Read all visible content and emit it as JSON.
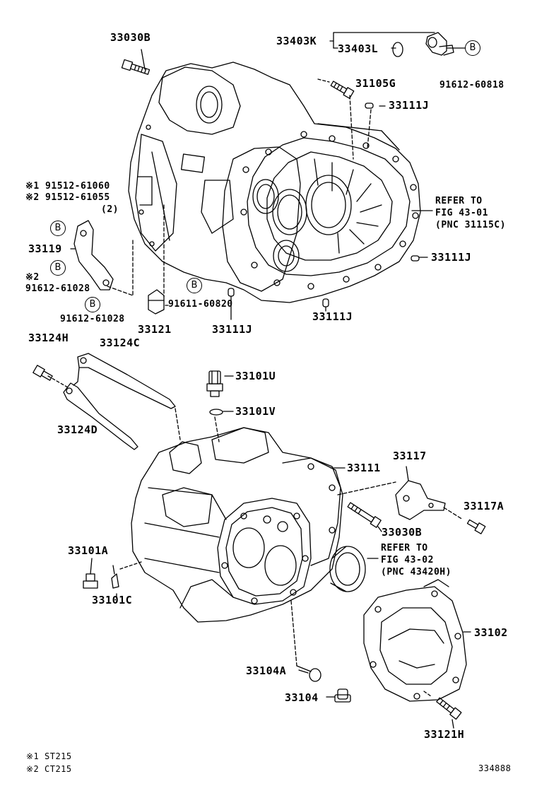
{
  "labels": {
    "p33030B_top": "33030B",
    "p33403K": "33403K",
    "p33403L": "33403L",
    "p91612_60818": "91612-60818",
    "p31105G": "31105G",
    "p33111J_a": "33111J",
    "note1_part": "※1 91512-61060",
    "note2_part": "※2 91512-61055",
    "qty2": "(2)",
    "p33119": "33119",
    "note2_b": "※2",
    "p91612_61028_a": "91612-61028",
    "p91612_61028_b": "91612-61028",
    "p33121": "33121",
    "p91611_60820": "91611-60820",
    "p33111J_b": "33111J",
    "p33111J_c": "33111J",
    "p33111J_d": "33111J",
    "refer1_line1": "REFER TO",
    "refer1_line2": "FIG 43-01",
    "refer1_line3": "(PNC 31115C)",
    "p33124H": "33124H",
    "p33124C": "33124C",
    "p33101U": "33101U",
    "p33101V": "33101V",
    "p33124D": "33124D",
    "p33117": "33117",
    "p33111": "33111",
    "p33117A": "33117A",
    "p33030B_mid": "33030B",
    "p33101A": "33101A",
    "p33101C": "33101C",
    "refer2_line1": "REFER TO",
    "refer2_line2": "FIG 43-02",
    "refer2_line3": "(PNC 43420H)",
    "p33102": "33102",
    "p33104A": "33104A",
    "p33104": "33104",
    "p33121H": "33121H",
    "footnote1": "※1 ST215",
    "footnote2": "※2 CT215",
    "diagram_id": "334888"
  },
  "b_marker": "B"
}
